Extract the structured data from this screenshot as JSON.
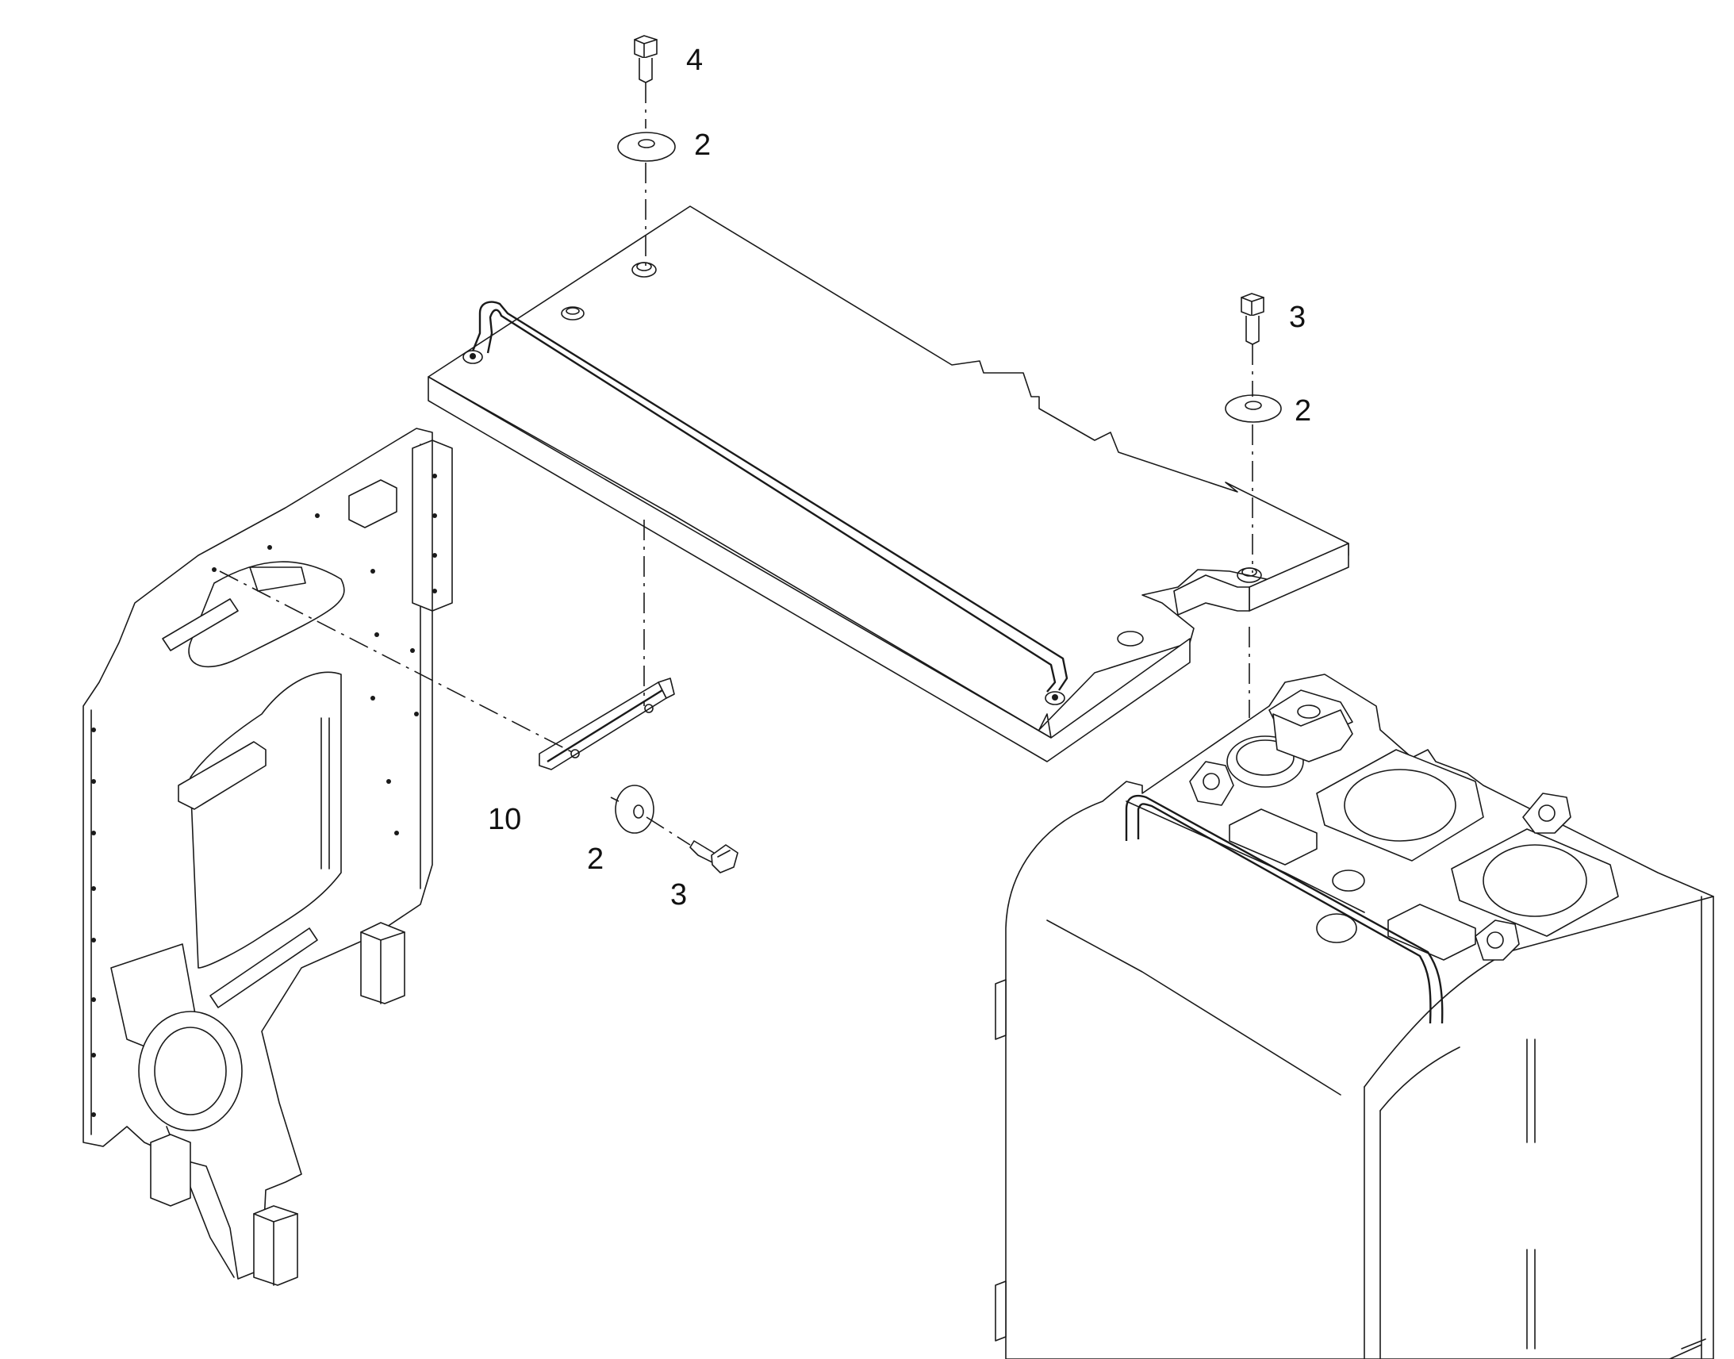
{
  "callouts": {
    "top_bolt": "4",
    "top_washer": "2",
    "right_bolt": "3",
    "right_washer": "2",
    "bracket": "10",
    "front_washer": "2",
    "front_bolt": "3"
  }
}
